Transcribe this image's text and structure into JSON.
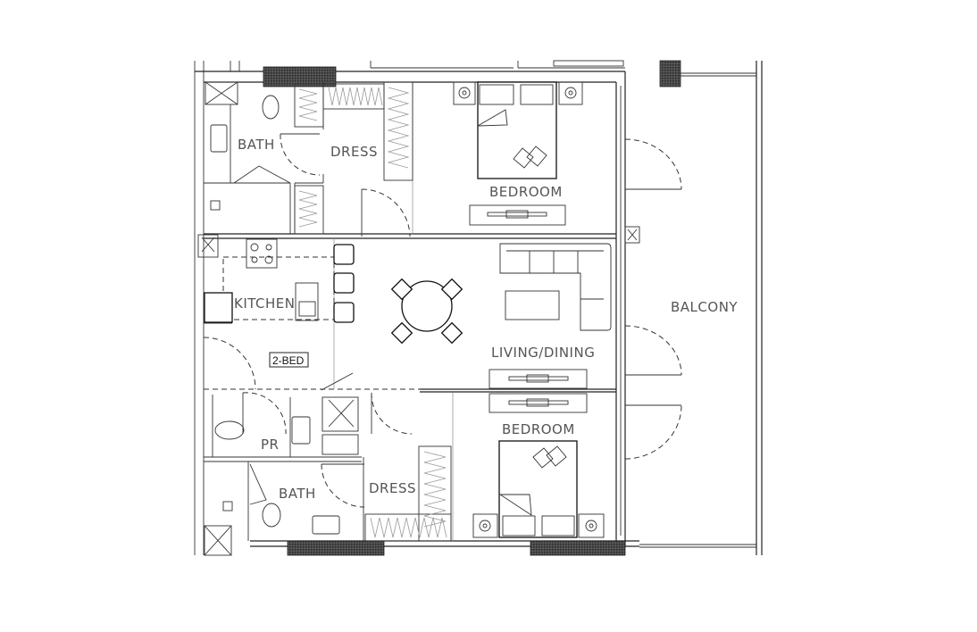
{
  "plan": {
    "unit_tag": "2-BED",
    "rooms": {
      "bath_top": "BATH",
      "dress_top": "DRESS",
      "bedroom_top": "BEDROOM",
      "kitchen": "KITCHEN",
      "living_dining": "LIVING/DINING",
      "bedroom_bottom": "BEDROOM",
      "powder_room": "PR",
      "bath_bottom": "BATH",
      "dress_bottom": "DRESS",
      "balcony": "BALCONY"
    }
  },
  "colors": {
    "line": "#222222",
    "label": "#555555",
    "hatch": "#333333"
  }
}
